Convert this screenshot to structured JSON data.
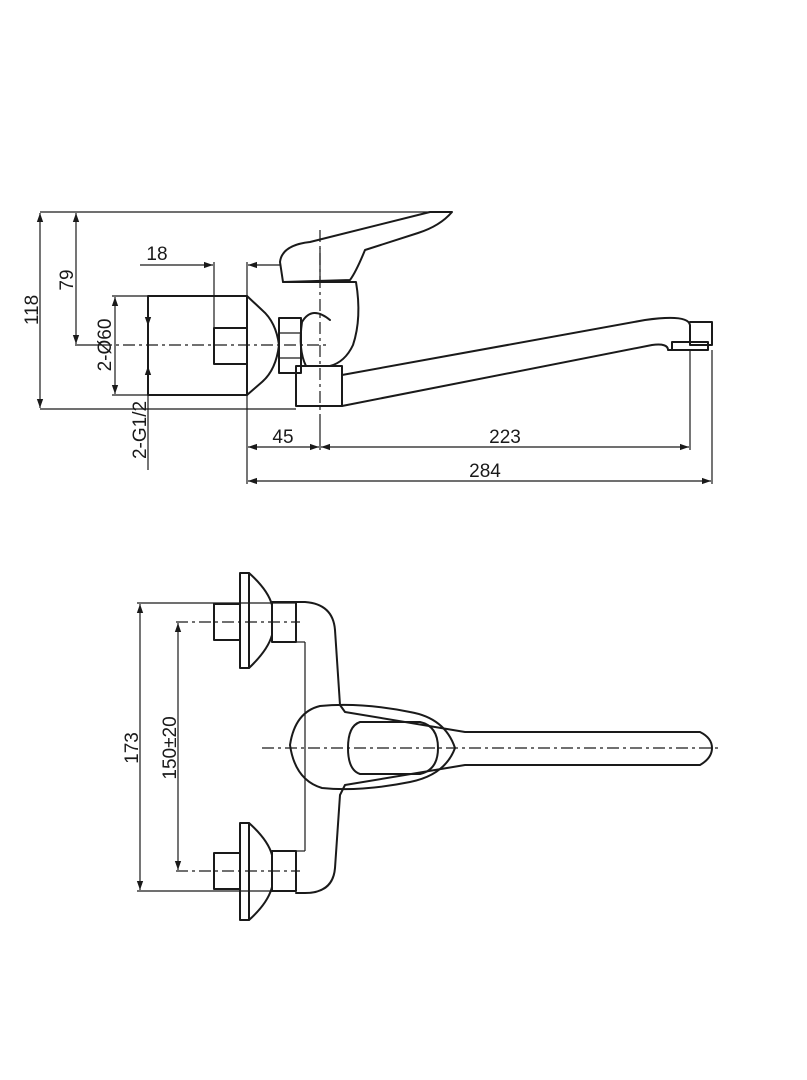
{
  "side_view": {
    "dim_118": "118",
    "dim_79": "79",
    "dim_18": "18",
    "dim_diameter": "2-Ø60",
    "dim_thread": "2-G1/2",
    "dim_45": "45",
    "dim_223": "223",
    "dim_284": "284"
  },
  "top_view": {
    "dim_173": "173",
    "dim_150": "150±20"
  }
}
